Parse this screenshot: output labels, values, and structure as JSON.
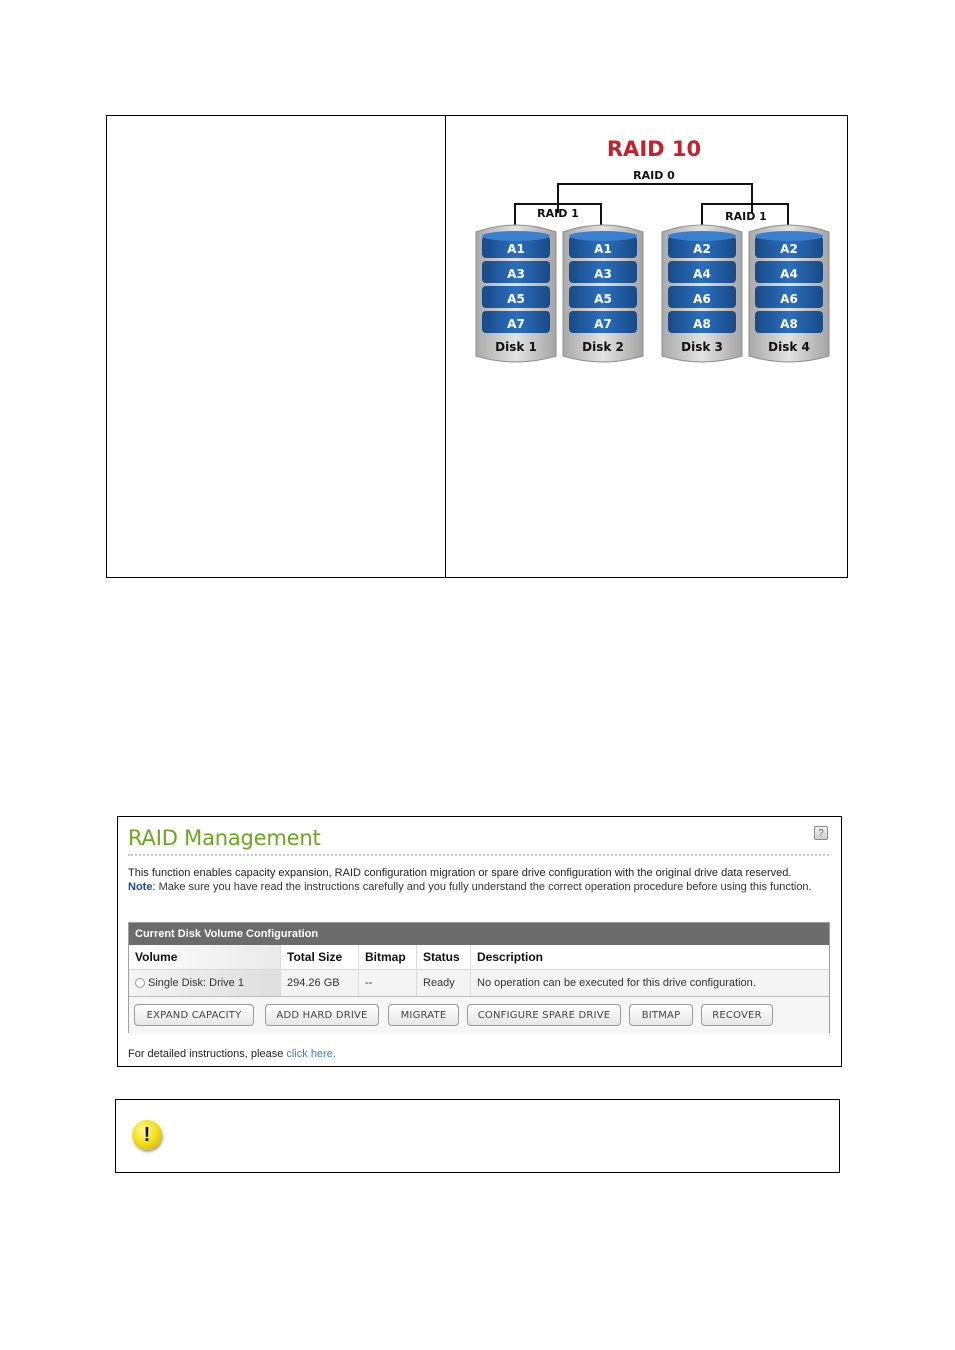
{
  "diagram": {
    "title": "RAID 10",
    "top_label": "RAID 0",
    "group_labels": [
      "RAID 1",
      "RAID 1"
    ],
    "disks": [
      {
        "label": "Disk 1",
        "blocks": [
          "A1",
          "A3",
          "A5",
          "A7"
        ]
      },
      {
        "label": "Disk 2",
        "blocks": [
          "A1",
          "A3",
          "A5",
          "A7"
        ]
      },
      {
        "label": "Disk 3",
        "blocks": [
          "A2",
          "A4",
          "A6",
          "A8"
        ]
      },
      {
        "label": "Disk 4",
        "blocks": [
          "A2",
          "A4",
          "A6",
          "A8"
        ]
      }
    ],
    "colors": {
      "title": "#c8202b",
      "block": "#1f5fa8",
      "disk": "#c9c9c9"
    }
  },
  "panel": {
    "title": "RAID Management",
    "help_icon": "help-icon",
    "description": "This function enables capacity expansion, RAID configuration migration or spare drive configuration with the original drive data reserved.",
    "note_label": "Note",
    "note_text": ": Make sure you have read the instructions carefully and you fully understand the correct operation procedure before using this function.",
    "table_title": "Current Disk Volume Configuration",
    "columns": [
      "Volume",
      "Total Size",
      "Bitmap",
      "Status",
      "Description"
    ],
    "rows": [
      {
        "volume": "Single Disk: Drive 1",
        "total_size": "294.26 GB",
        "bitmap": "--",
        "status": "Ready",
        "description": "No operation can be executed for this drive configuration."
      }
    ],
    "buttons": [
      "EXPAND CAPACITY",
      "ADD HARD DRIVE",
      "MIGRATE",
      "CONFIGURE SPARE DRIVE",
      "BITMAP",
      "RECOVER"
    ],
    "footer_text": "For detailed instructions, please ",
    "footer_link": "click here.",
    "accent_color": "#6aa81b",
    "link_color": "#2f88d0"
  },
  "warning": {
    "icon": "exclamation-warning-icon"
  }
}
